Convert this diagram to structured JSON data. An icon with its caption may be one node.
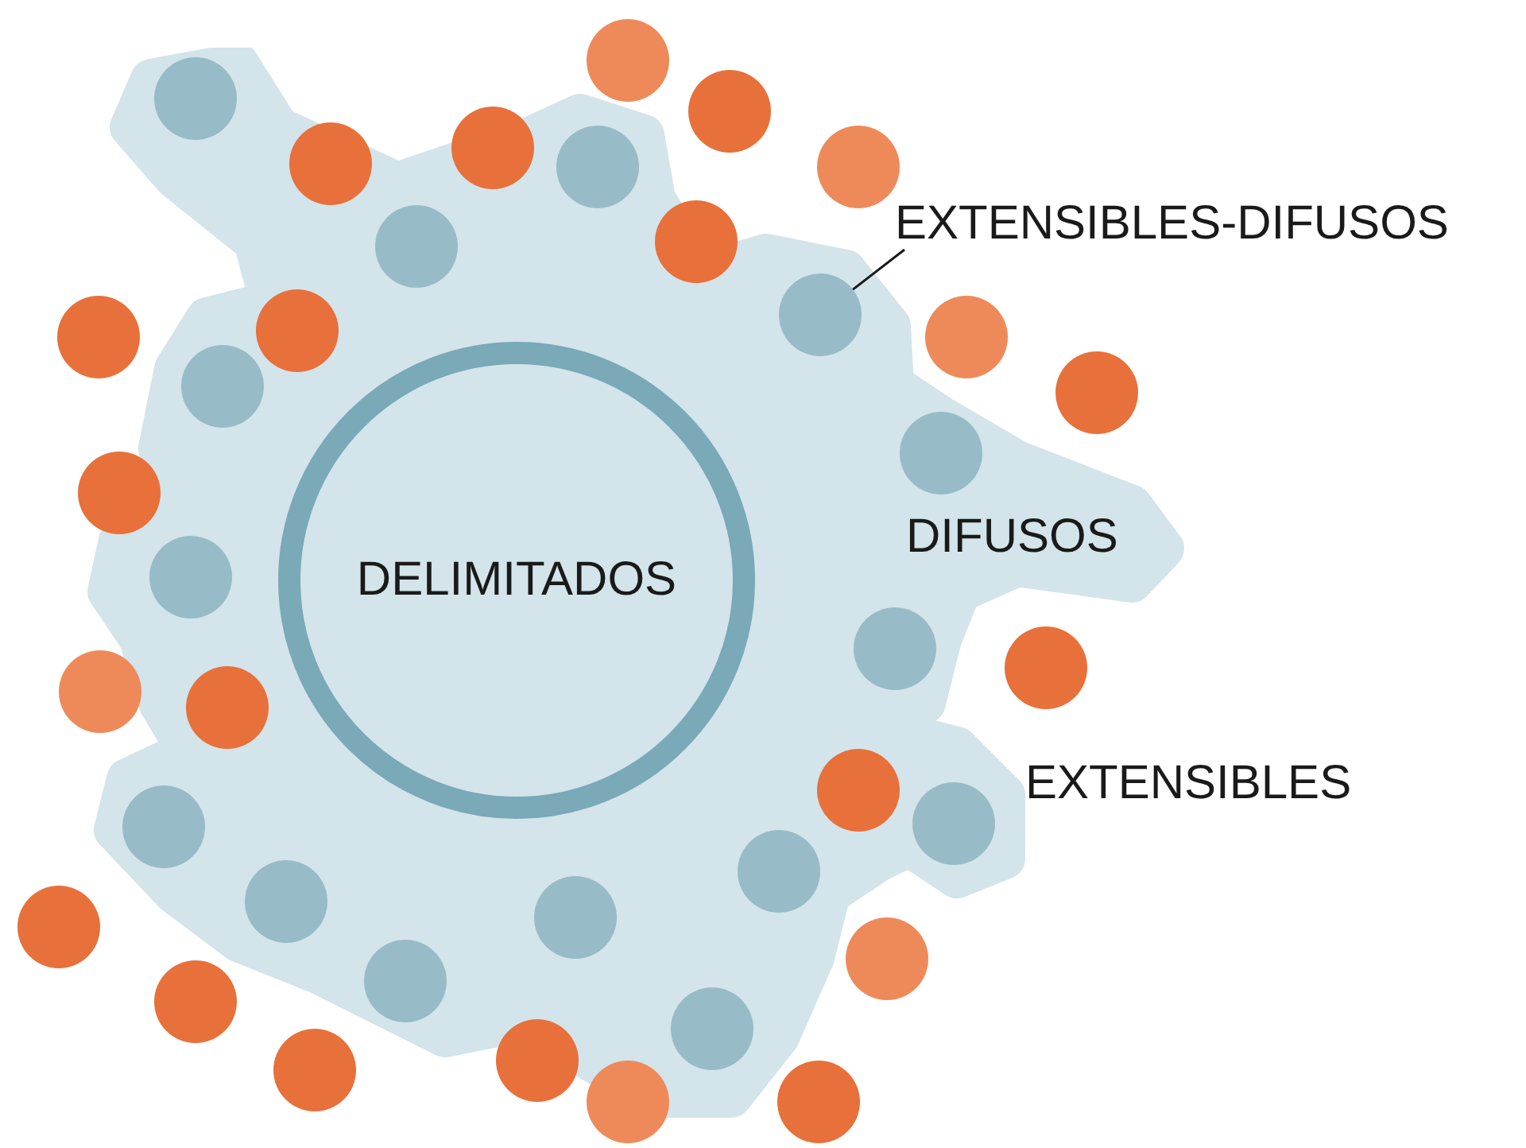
{
  "diagram": {
    "nodes": [
      {
        "text": [
          "DIFUSOS"
        ]
      },
      {
        "text": [
          "DELIMITADOS"
        ],
        "in": 0
      },
      {
        "text": [
          "EXTENSIBLES-DIFUSOS"
        ]
      },
      {
        "text": [],
        "shape": "circle",
        "in": 0
      }
    ],
    "edges": [
      {
        "from": 2,
        "to": 3,
        "arrow": "none"
      }
    ],
    "labels": [
      "EXTENSIBLES"
    ]
  }
}
